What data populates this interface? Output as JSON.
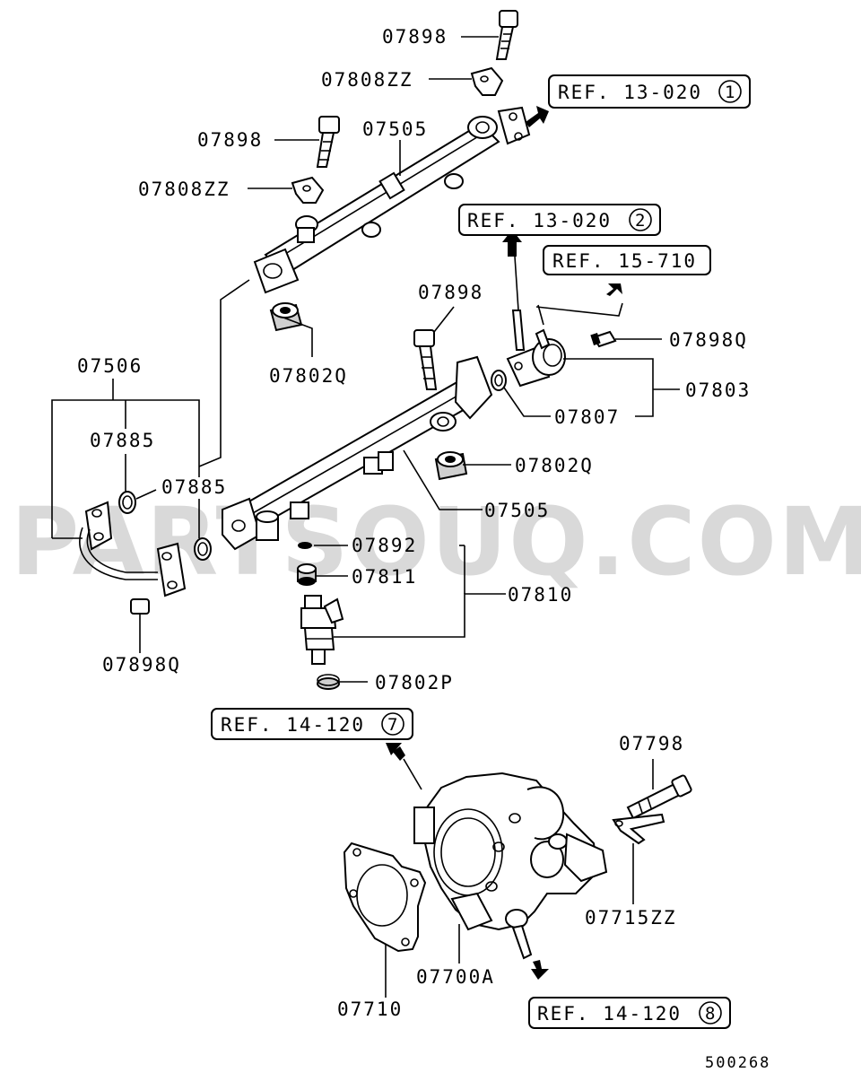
{
  "watermark": "PARTSOUQ.COM",
  "catalog_number": "500268",
  "part_labels": {
    "bolt_top": "07898",
    "bracket_top": "07808ZZ",
    "bolt_upper_left": "07898",
    "bracket_left": "07808ZZ",
    "rail_upper": "07505",
    "insulator_upper": "07802Q",
    "pipe_assembly": "07506",
    "oring_left": "07885",
    "oring_right": "07885",
    "bolt_pipe": "07898Q",
    "bolt_rail_lower": "07898",
    "bolt_regulator": "07898Q",
    "regulator": "07803",
    "oring_regulator": "07807",
    "insulator_lower": "07802Q",
    "rail_lower": "07505",
    "injector_seal": "07892",
    "injector_oring": "07811",
    "injector": "07810",
    "injector_insulator": "07802P",
    "bolt_throttle": "07798",
    "bracket_throttle": "07715ZZ",
    "throttle_body": "07700A",
    "gasket": "07710"
  },
  "references": [
    {
      "text": "REF. 13-020",
      "num": "1"
    },
    {
      "text": "REF. 13-020",
      "num": "2"
    },
    {
      "text": "REF. 15-710",
      "num": ""
    },
    {
      "text": "REF. 14-120",
      "num": "7"
    },
    {
      "text": "REF. 14-120",
      "num": "8"
    }
  ]
}
